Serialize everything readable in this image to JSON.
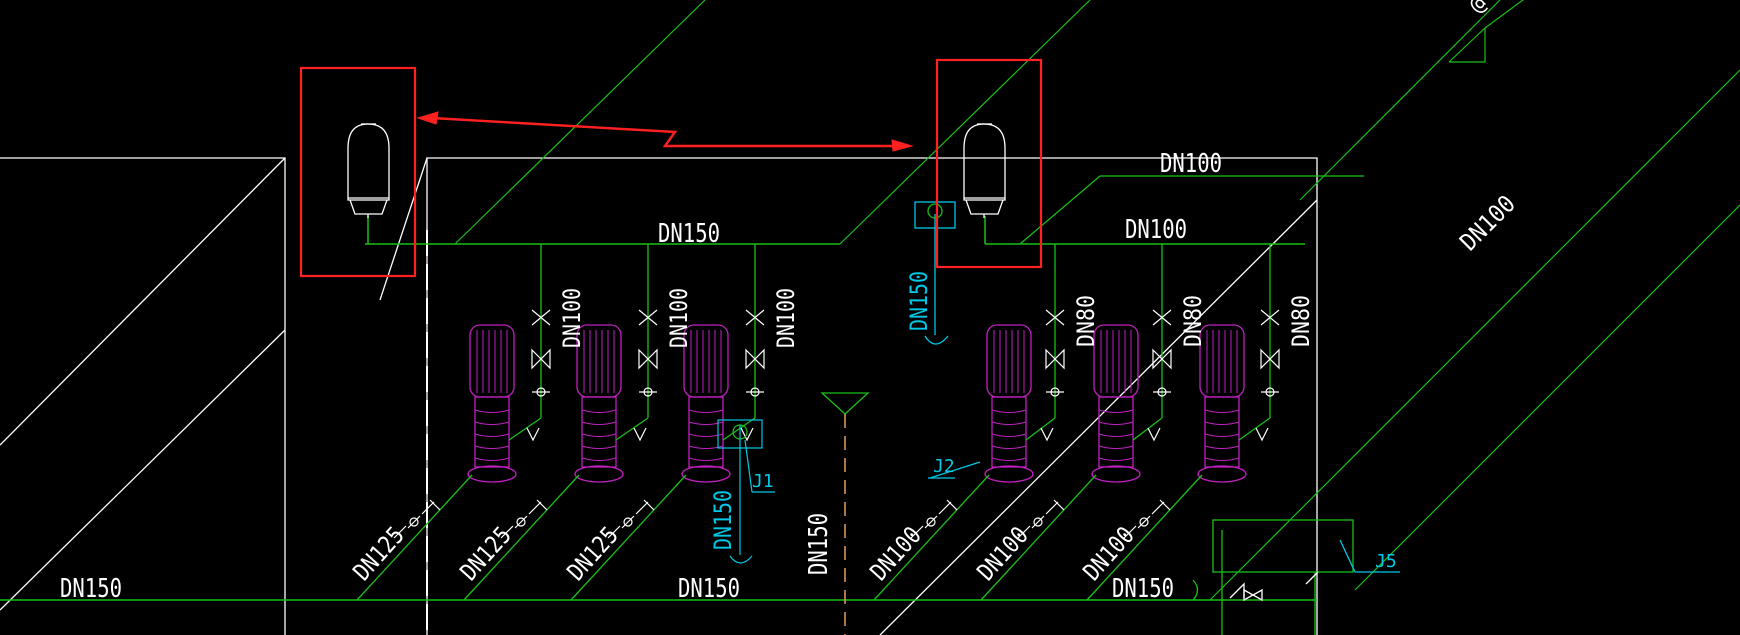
{
  "colors": {
    "background": "#000000",
    "pipe": "#18c018",
    "structure": "#ffffff",
    "pump": "#c020c0",
    "annotation": "#00c8e6",
    "highlight": "#ff2020",
    "drain": "#e0a060"
  },
  "labels": {
    "main_left": "DN150",
    "main_bottom": "DN150",
    "main_bottom_right": "DN150",
    "header_left": "DN150",
    "header_right_lower": "DN100",
    "header_right_upper": "DN100",
    "diag_right": "DN100",
    "drain": "DN150",
    "riser_left": "DN150",
    "riser_right": "DN150",
    "branch_left": [
      "DN100",
      "DN100",
      "DN100"
    ],
    "branch_right": [
      "DN80",
      "DN80",
      "DN80"
    ],
    "suction_left": [
      "DN125",
      "DN125",
      "DN125"
    ],
    "suction_right": [
      "DN100",
      "DN100",
      "DN100"
    ],
    "tag_j1": "J1",
    "tag_j2": "J2",
    "tag_j5": "J5",
    "corner_glyph": "@"
  }
}
